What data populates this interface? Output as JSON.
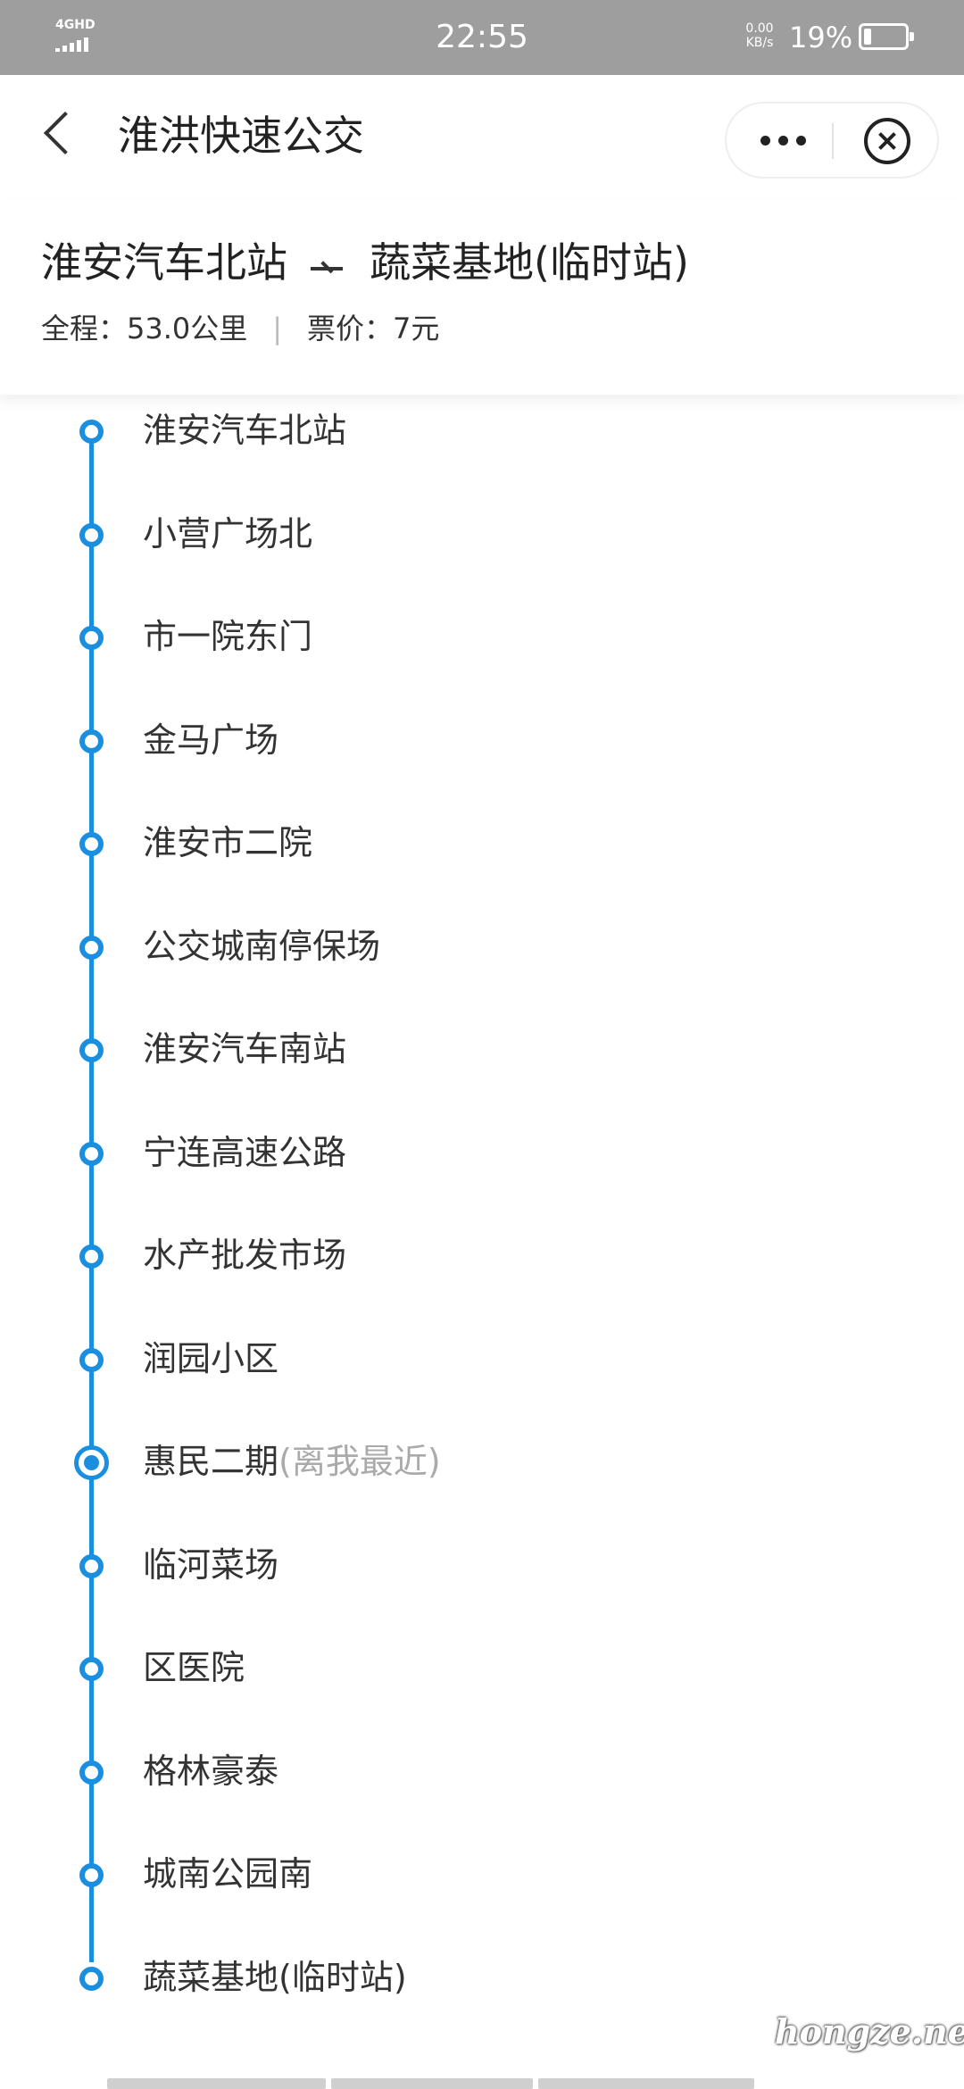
{
  "status_bar": {
    "network": "4GHD",
    "time": "22:55",
    "speed_value": "0.00",
    "speed_unit": "KB/s",
    "battery_percent": "19%",
    "battery_level": 0.19
  },
  "header": {
    "title": "淮洪快速公交",
    "back_icon": "chevron-left-icon",
    "more_icon": "more-dots-icon",
    "close_icon": "close-circle-icon"
  },
  "route": {
    "from": "淮安汽车北站",
    "to": "蔬菜基地(临时站)",
    "distance": "全程：53.0公里",
    "separator": "|",
    "fare": "票价：7元"
  },
  "stops": [
    {
      "name": "淮安汽车北站",
      "tag": ""
    },
    {
      "name": "小营广场北",
      "tag": ""
    },
    {
      "name": "市一院东门",
      "tag": ""
    },
    {
      "name": "金马广场",
      "tag": ""
    },
    {
      "name": "淮安市二院",
      "tag": ""
    },
    {
      "name": "公交城南停保场",
      "tag": ""
    },
    {
      "name": "淮安汽车南站",
      "tag": ""
    },
    {
      "name": "宁连高速公路",
      "tag": ""
    },
    {
      "name": "水产批发市场",
      "tag": ""
    },
    {
      "name": "润园小区",
      "tag": ""
    },
    {
      "name": "惠民二期",
      "tag": "(离我最近)",
      "current": true
    },
    {
      "name": "临河菜场",
      "tag": ""
    },
    {
      "name": "区医院",
      "tag": ""
    },
    {
      "name": "格林豪泰",
      "tag": ""
    },
    {
      "name": "城南公园南",
      "tag": ""
    },
    {
      "name": "蔬菜基地(临时站)",
      "tag": ""
    }
  ],
  "colors": {
    "route_blue": "#1a8fe0",
    "status_bar_bg": "#9e9e9e",
    "tag_gray": "#aaaaaa"
  },
  "watermark": "hongze.net"
}
